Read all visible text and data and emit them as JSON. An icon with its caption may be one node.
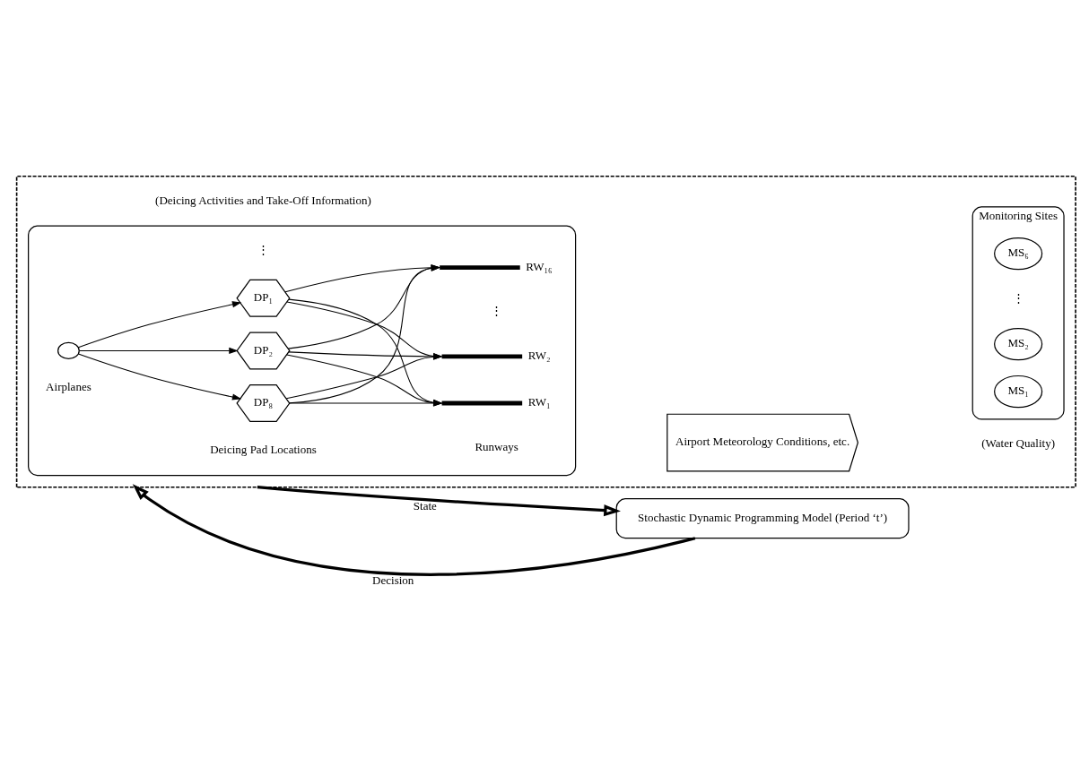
{
  "diagram": {
    "nodes": [
      {
        "text": [],
        "shape": "box"
      },
      {
        "text": [],
        "shape": "box",
        "in": 0,
        "beside": [
          "(Deicing Activities and Take-Off Information)"
        ]
      },
      {
        "text": [],
        "shape": "circle",
        "in": 1,
        "beside": [
          "Airplanes"
        ]
      },
      {
        "text": [
          "DP₁"
        ],
        "in": 1
      },
      {
        "text": [
          "DP₂"
        ],
        "in": 1
      },
      {
        "text": [
          "DP₈"
        ],
        "in": 1
      },
      {
        "text": [],
        "shape": "bar",
        "in": 1,
        "beside": [
          "RW₁"
        ]
      },
      {
        "text": [],
        "shape": "bar",
        "in": 1,
        "beside": [
          "RW₂"
        ]
      },
      {
        "text": [],
        "shape": "bar",
        "in": 1,
        "beside": [
          "RW₁₆"
        ]
      },
      {
        "text": [
          "Airport Meteorology Conditions, etc."
        ],
        "in": 0
      },
      {
        "text": [
          "Monitoring Sites"
        ],
        "in": 0,
        "beside": [
          "(Water Quality)"
        ]
      },
      {
        "text": [
          "MS₁"
        ],
        "in": 10
      },
      {
        "text": [
          "MS₂"
        ],
        "in": 10
      },
      {
        "text": [
          "MS₆"
        ],
        "in": 10
      },
      {
        "text": [
          "Stochastic Dynamic Programming Model (Period ‘t’)"
        ]
      }
    ],
    "edges": [
      {
        "from": 2,
        "to": 3,
        "arrow": "to"
      },
      {
        "from": 2,
        "to": 4,
        "arrow": "to"
      },
      {
        "from": 2,
        "to": 5,
        "arrow": "to"
      },
      {
        "from": 3,
        "to": 6,
        "arrow": "to"
      },
      {
        "from": 3,
        "to": 7,
        "arrow": "to"
      },
      {
        "from": 3,
        "to": 8,
        "arrow": "to"
      },
      {
        "from": 4,
        "to": 6,
        "arrow": "to"
      },
      {
        "from": 4,
        "to": 7,
        "arrow": "to"
      },
      {
        "from": 4,
        "to": 8,
        "arrow": "to"
      },
      {
        "from": 5,
        "to": 6,
        "arrow": "to"
      },
      {
        "from": 5,
        "to": 7,
        "arrow": "to"
      },
      {
        "from": 5,
        "to": 8,
        "arrow": "to"
      },
      {
        "from": 0,
        "to": 14,
        "arrow": "to",
        "label": "State",
        "style": "thick"
      },
      {
        "from": 14,
        "to": 0,
        "arrow": "to",
        "label": "Decision",
        "style": "thick"
      }
    ],
    "labels": [
      "Deicing Pad Locations",
      "Runways",
      "⋮",
      "⋮",
      "⋮"
    ]
  }
}
